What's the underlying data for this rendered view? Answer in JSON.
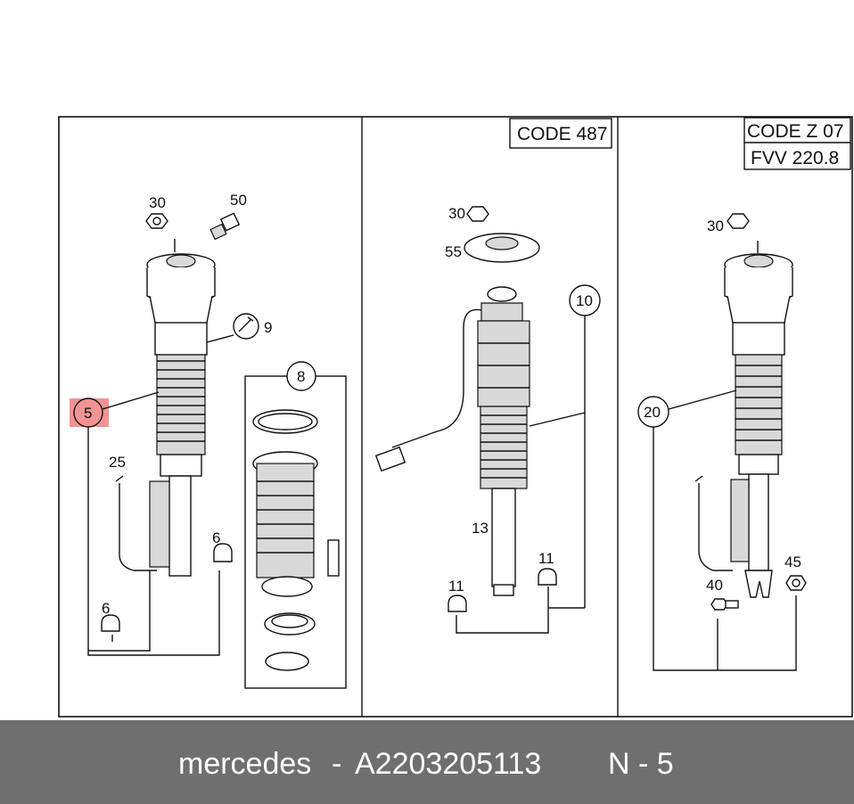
{
  "diagram": {
    "callouts": {
      "p1_30": "30",
      "p1_50": "50",
      "p1_9": "9",
      "p1_5": "5",
      "p1_25": "25",
      "p1_6a": "6",
      "p1_6b": "6",
      "p1_8": "8",
      "p2_30": "30",
      "p2_55": "55",
      "p2_10": "10",
      "p2_13": "13",
      "p2_11a": "11",
      "p2_11b": "11",
      "p3_30": "30",
      "p3_20": "20",
      "p3_45": "45",
      "p3_40": "40"
    },
    "code_boxes": {
      "panel2_code": "CODE 487",
      "panel3_code": "CODE Z 07",
      "panel3_fvv": "FVV 220.8"
    },
    "highlight_color": "#f08080"
  },
  "footer": {
    "brand": "mercedes",
    "separator": "-",
    "part_number": "A2203205113",
    "position": "N - 5"
  }
}
